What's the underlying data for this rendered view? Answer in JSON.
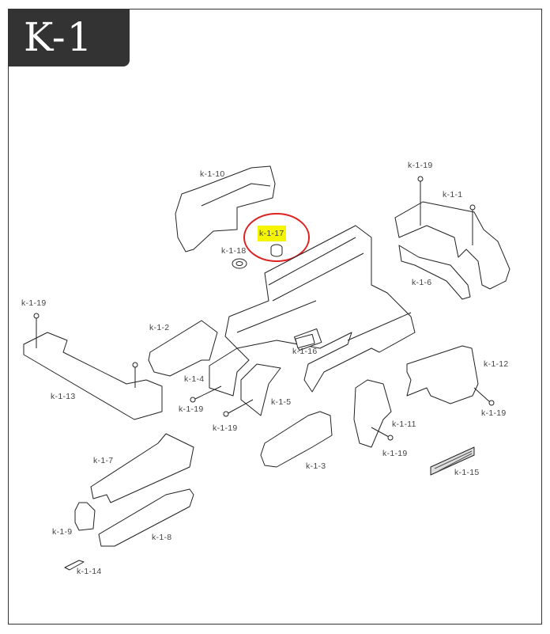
{
  "section_title": "K-1",
  "highlight_color": "#f5f500",
  "circle_color": "#e02020",
  "labels": {
    "k1_10": "k-1-10",
    "k1_19_top": "k-1-19",
    "k1_1": "k-1-1",
    "k1_17": "k-1-17",
    "k1_18": "k-1-18",
    "k1_6": "k-1-6",
    "k1_19_left": "k-1-19",
    "k1_2": "k-1-2",
    "k1_16": "k-1-16",
    "k1_12": "k-1-12",
    "k1_4": "k-1-4",
    "k1_13": "k-1-13",
    "k1_19_a": "k-1-19",
    "k1_5": "k-1-5",
    "k1_19_b": "k-1-19",
    "k1_19_right": "k-1-19",
    "k1_11": "k-1-11",
    "k1_19_c": "k-1-19",
    "k1_3": "k-1-3",
    "k1_15": "k-1-15",
    "k1_7": "k-1-7",
    "k1_9": "k-1-9",
    "k1_8": "k-1-8",
    "k1_14": "k-1-14"
  }
}
